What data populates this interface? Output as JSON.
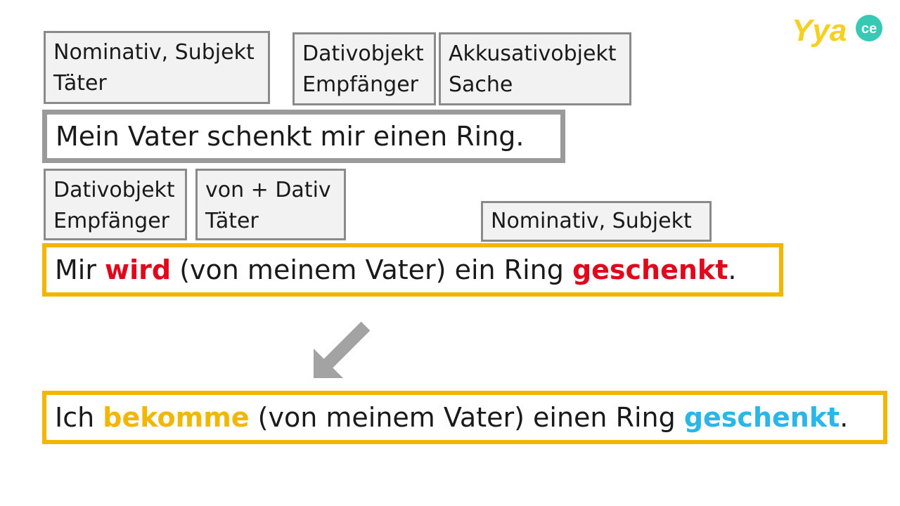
{
  "labels_top": {
    "nominativ": [
      "Nominativ, Subjekt",
      "Täter"
    ],
    "dativ": [
      "Dativobjekt",
      "Empfänger"
    ],
    "akkusativ": [
      "Akkusativobjekt",
      "Sache"
    ]
  },
  "sentence_active": "Mein Vater schenkt mir einen Ring.",
  "labels_middle": {
    "dativ": [
      "Dativobjekt",
      "Empfänger"
    ],
    "von_dativ": [
      "von + Dativ",
      "Täter"
    ],
    "nominativ": [
      "Nominativ, Subjekt"
    ]
  },
  "sentence_passive": {
    "p1": "Mir ",
    "aux": "wird",
    "p2": " (von meinem Vater) ein Ring ",
    "participle": "geschenkt",
    "end": "."
  },
  "sentence_bekommen": {
    "p1": "Ich ",
    "aux": "bekomme",
    "p2": " (von meinem Vater) einen Ring ",
    "participle": "geschenkt",
    "end": "."
  },
  "logo": {
    "text": "Yya",
    "badge": "ce"
  },
  "colors": {
    "red": "#e1081c",
    "yellow": "#f2b705",
    "blue": "#29b6e8",
    "gray_border": "#8a8a8a"
  }
}
